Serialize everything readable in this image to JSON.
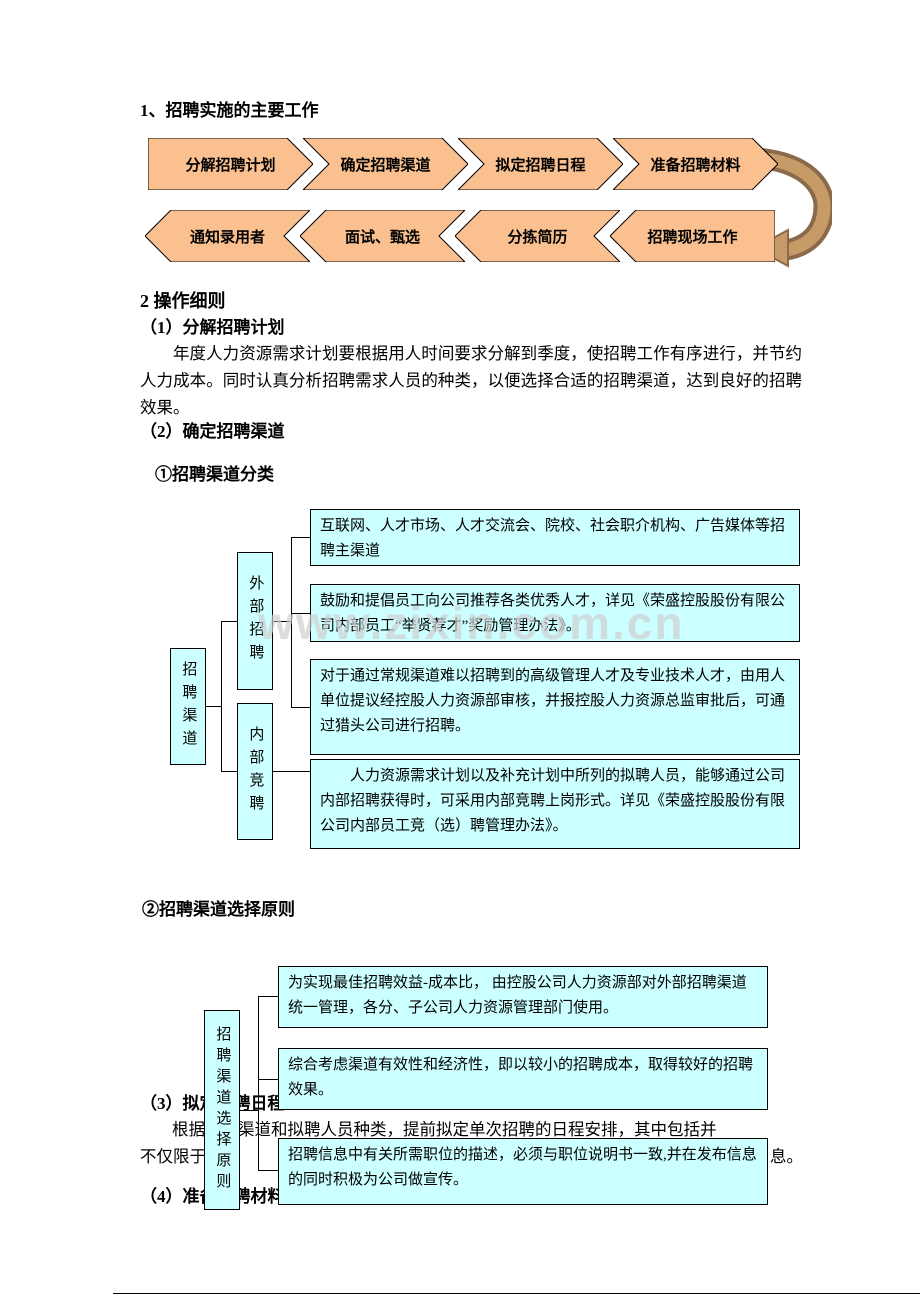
{
  "colors": {
    "arrow_fill": "#FAC090",
    "box_fill": "#CCFFFF",
    "watermark_color": "#CFCFCF",
    "curve_dark": "#8A6A4A",
    "curve_light": "#C79B67"
  },
  "document": {
    "heading1": "1、招聘实施的主要工作",
    "heading2": "2 操作细则",
    "sub1_title": "（1）分解招聘计划",
    "sub1_body": "年度人力资源需求计划要根据用人时间要求分解到季度，使招聘工作有序进行，并节约人力成本。同时认真分析招聘需求人员的种类，以便选择合适的招聘渠道，达到良好的招聘效果。",
    "sub2_title": "（2）确定招聘渠道",
    "sub2_1_title": "①招聘渠道分类",
    "sub2_2_title": "②招聘渠道选择原则",
    "sub3_title": "（3）拟定招聘日程",
    "sub3_line1": "根据招聘渠道和拟聘人员种类，提前拟定单次招聘的日程安排，其中包括并",
    "sub3_line2_start": "不仅限于",
    "sub3_line2_end": "息。",
    "sub4_title": "（4）准备招聘材料"
  },
  "flowchart": {
    "row1": [
      {
        "label": "分解招聘计划"
      },
      {
        "label": "确定招聘渠道"
      },
      {
        "label": "拟定招聘日程"
      },
      {
        "label": "准备招聘材料"
      }
    ],
    "row2": [
      {
        "label": "通知录用者"
      },
      {
        "label": "面试、甄选"
      },
      {
        "label": "分拣简历"
      },
      {
        "label": "招聘现场工作"
      }
    ]
  },
  "diagram1": {
    "root": "招聘渠道",
    "branch_external": "外部招聘",
    "branch_internal": "内部竞聘",
    "leaf1": "互联网、人才市场、人才交流会、院校、社会职介机构、广告媒体等招聘主渠道",
    "leaf2": "鼓励和提倡员工向公司推荐各类优秀人才，详见《荣盛控股股份有限公司内部员工“举贤荐才”奖励管理办法》。",
    "leaf3": "对于通过常规渠道难以招聘到的高级管理人才及专业技术人才，由用人单位提议经控股人力资源部审核，并报控股人力资源总监审批后，可通过猎头公司进行招聘。",
    "leaf4": "　　人力资源需求计划以及补充计划中所列的拟聘人员，能够通过公司内部招聘获得时，可采用内部竞聘上岗形式。详见《荣盛控股股份有限公司内部员工竞（选）聘管理办法》。"
  },
  "diagram2": {
    "root": "招聘渠道选择原则",
    "leaf1": "为实现最佳招聘效益-成本比， 由控股公司人力资源部对外部招聘渠道统一管理，各分、子公司人力资源管理部门使用。",
    "leaf2": "综合考虑渠道有效性和经济性，即以较小的招聘成本，取得较好的招聘效果。",
    "leaf3": "招聘信息中有关所需职位的描述，必须与职位说明书一致,并在发布信息的同时积极为公司做宣传。"
  },
  "watermark": "www.zixin.com.cn"
}
